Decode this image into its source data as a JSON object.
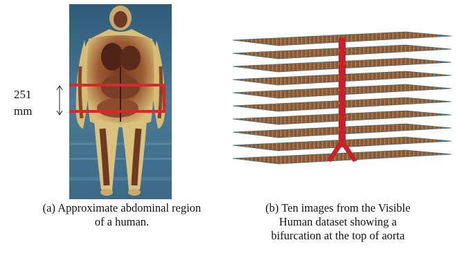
{
  "figure": {
    "panel_a": {
      "measurement": {
        "value": "251",
        "unit": "mm"
      },
      "caption_lines": [
        "(a) Approximate abdominal region",
        "of a human."
      ]
    },
    "panel_b": {
      "caption_lines": [
        "(b) Ten images from the Visible",
        "Human dataset showing a",
        "bifurcation at the top of aorta"
      ]
    },
    "colors": {
      "highlight_box": "#e0242b",
      "aorta": "#c8202a",
      "background_blue": "#3e6b86",
      "tissue_yellow": "#d9c47a",
      "tissue_dark": "#5a2a1c"
    }
  }
}
